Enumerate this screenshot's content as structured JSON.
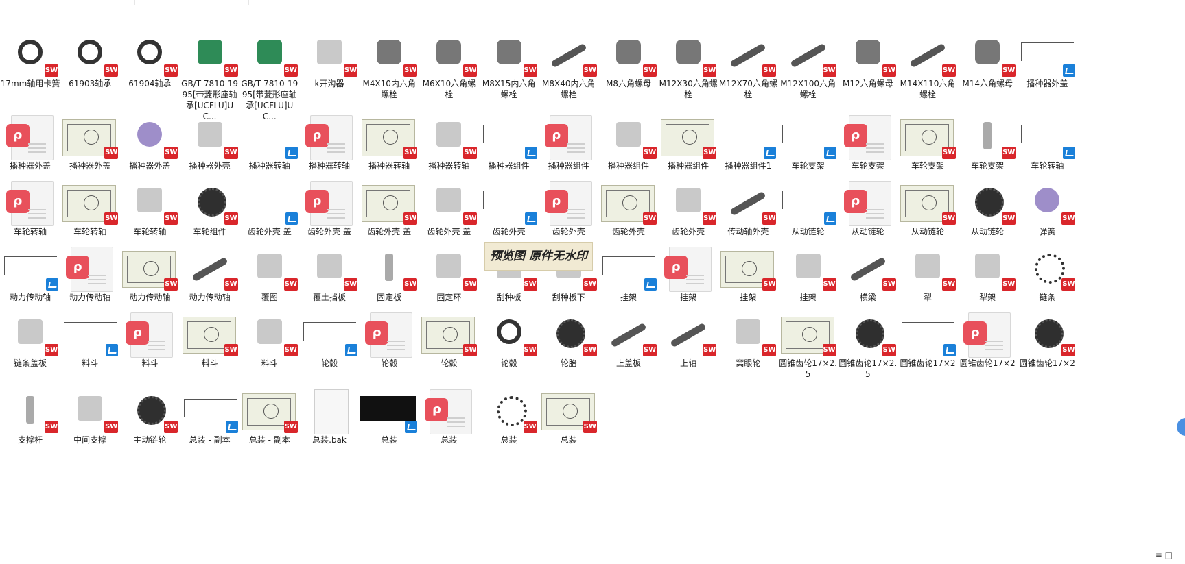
{
  "rows": [
    [
      {
        "label": "17mm轴用卡簧",
        "kind": "part-ring",
        "badge": "sw"
      },
      {
        "label": "61903轴承",
        "kind": "part-ring",
        "badge": "sw"
      },
      {
        "label": "61904轴承",
        "kind": "part-ring",
        "badge": "sw"
      },
      {
        "label": "GB/T 7810-1995[带菱形座轴承[UCFLU]UC...",
        "kind": "part-green",
        "badge": "sw"
      },
      {
        "label": "GB/T 7810-1995[带菱形座轴承[UCFLU]UC...",
        "kind": "part-green",
        "badge": "sw"
      },
      {
        "label": "k开沟器",
        "kind": "part-light",
        "badge": "sw"
      },
      {
        "label": "M4X10内六角螺栓",
        "kind": "part-hex",
        "badge": "sw"
      },
      {
        "label": "M6X10六角螺栓",
        "kind": "part-hex",
        "badge": "sw"
      },
      {
        "label": "M8X15内六角螺栓",
        "kind": "part-hex",
        "badge": "sw"
      },
      {
        "label": "M8X40内六角螺栓",
        "kind": "part-rod",
        "badge": "sw"
      },
      {
        "label": "M8六角螺母",
        "kind": "part-hex",
        "badge": "sw"
      },
      {
        "label": "M12X30六角螺栓",
        "kind": "part-hex",
        "badge": "sw"
      },
      {
        "label": "M12X70六角螺栓",
        "kind": "part-rod",
        "badge": "sw"
      },
      {
        "label": "M12X100六角螺栓",
        "kind": "part-rod",
        "badge": "sw"
      },
      {
        "label": "M12六角螺母",
        "kind": "part-hex",
        "badge": "sw"
      },
      {
        "label": "M14X110六角螺栓",
        "kind": "part-rod",
        "badge": "sw"
      },
      {
        "label": "M14六角螺母",
        "kind": "part-hex",
        "badge": "sw"
      },
      {
        "label": "播种器外盖",
        "kind": "frame",
        "badge": "blue"
      }
    ],
    [
      {
        "label": "播种器外盖",
        "kind": "pdf",
        "badge": ""
      },
      {
        "label": "播种器外盖",
        "kind": "drawing",
        "badge": "sw"
      },
      {
        "label": "播种器外盖",
        "kind": "part-purple",
        "badge": "sw"
      },
      {
        "label": "播种器外壳",
        "kind": "part-light",
        "badge": "sw"
      },
      {
        "label": "播种器转轴",
        "kind": "frame",
        "badge": "blue"
      },
      {
        "label": "播种器转轴",
        "kind": "pdf",
        "badge": ""
      },
      {
        "label": "播种器转轴",
        "kind": "drawing",
        "badge": "sw"
      },
      {
        "label": "播种器转轴",
        "kind": "part-light",
        "badge": "sw"
      },
      {
        "label": "播种器组件",
        "kind": "frame",
        "badge": "blue"
      },
      {
        "label": "播种器组件",
        "kind": "pdf",
        "badge": ""
      },
      {
        "label": "播种器组件",
        "kind": "part-light",
        "badge": "sw"
      },
      {
        "label": "播种器组件",
        "kind": "drawing",
        "badge": "sw"
      },
      {
        "label": "播种器组件1",
        "kind": "blank-none",
        "badge": "blue"
      },
      {
        "label": "车轮支架",
        "kind": "frame",
        "badge": "blue"
      },
      {
        "label": "车轮支架",
        "kind": "pdf",
        "badge": ""
      },
      {
        "label": "车轮支架",
        "kind": "drawing",
        "badge": "sw"
      },
      {
        "label": "车轮支架",
        "kind": "part-thin",
        "badge": "sw"
      },
      {
        "label": "车轮转轴",
        "kind": "frame",
        "badge": "blue"
      }
    ],
    [
      {
        "label": "车轮转轴",
        "kind": "pdf",
        "badge": ""
      },
      {
        "label": "车轮转轴",
        "kind": "drawing",
        "badge": "sw"
      },
      {
        "label": "车轮转轴",
        "kind": "part-light",
        "badge": "sw"
      },
      {
        "label": "车轮组件",
        "kind": "part-gear",
        "badge": "sw"
      },
      {
        "label": "齿轮外壳 盖",
        "kind": "frame",
        "badge": "blue"
      },
      {
        "label": "齿轮外壳 盖",
        "kind": "pdf",
        "badge": ""
      },
      {
        "label": "齿轮外壳 盖",
        "kind": "drawing",
        "badge": "sw"
      },
      {
        "label": "齿轮外壳 盖",
        "kind": "part-light",
        "badge": "sw"
      },
      {
        "label": "齿轮外壳",
        "kind": "frame",
        "badge": "blue"
      },
      {
        "label": "齿轮外壳",
        "kind": "pdf",
        "badge": ""
      },
      {
        "label": "齿轮外壳",
        "kind": "drawing",
        "badge": "sw"
      },
      {
        "label": "齿轮外壳",
        "kind": "part-light",
        "badge": "sw"
      },
      {
        "label": "传动轴外壳",
        "kind": "part-rod",
        "badge": "sw"
      },
      {
        "label": "从动链轮",
        "kind": "frame",
        "badge": "blue"
      },
      {
        "label": "从动链轮",
        "kind": "pdf",
        "badge": ""
      },
      {
        "label": "从动链轮",
        "kind": "drawing",
        "badge": "sw"
      },
      {
        "label": "从动链轮",
        "kind": "part-gear",
        "badge": "sw"
      },
      {
        "label": "弹簧",
        "kind": "part-purple",
        "badge": "sw"
      }
    ],
    [
      {
        "label": "动力传动轴",
        "kind": "frame",
        "badge": "blue"
      },
      {
        "label": "动力传动轴",
        "kind": "pdf",
        "badge": ""
      },
      {
        "label": "动力传动轴",
        "kind": "drawing",
        "badge": "sw"
      },
      {
        "label": "动力传动轴",
        "kind": "part-rod",
        "badge": "sw"
      },
      {
        "label": "覆图",
        "kind": "part-light",
        "badge": "sw"
      },
      {
        "label": "覆土挡板",
        "kind": "part-light",
        "badge": "sw"
      },
      {
        "label": "固定板",
        "kind": "part-thin",
        "badge": "sw"
      },
      {
        "label": "固定环",
        "kind": "part-light",
        "badge": "sw"
      },
      {
        "label": "刮种板",
        "kind": "part-light",
        "badge": "sw"
      },
      {
        "label": "刮种板下",
        "kind": "part-light",
        "badge": "sw"
      },
      {
        "label": "挂架",
        "kind": "frame",
        "badge": "blue"
      },
      {
        "label": "挂架",
        "kind": "pdf",
        "badge": ""
      },
      {
        "label": "挂架",
        "kind": "drawing",
        "badge": "sw"
      },
      {
        "label": "挂架",
        "kind": "part-light",
        "badge": "sw"
      },
      {
        "label": "横梁",
        "kind": "part-rod",
        "badge": "sw"
      },
      {
        "label": "犁",
        "kind": "part-light",
        "badge": "sw"
      },
      {
        "label": "犁架",
        "kind": "part-light",
        "badge": "sw"
      },
      {
        "label": "链条",
        "kind": "part-chain",
        "badge": "sw"
      }
    ],
    [
      {
        "label": "链条盖板",
        "kind": "part-light",
        "badge": "sw"
      },
      {
        "label": "料斗",
        "kind": "frame",
        "badge": "blue"
      },
      {
        "label": "料斗",
        "kind": "pdf",
        "badge": ""
      },
      {
        "label": "料斗",
        "kind": "drawing",
        "badge": "sw"
      },
      {
        "label": "料斗",
        "kind": "part-light",
        "badge": "sw"
      },
      {
        "label": "轮毂",
        "kind": "frame",
        "badge": "blue"
      },
      {
        "label": "轮毂",
        "kind": "pdf",
        "badge": ""
      },
      {
        "label": "轮毂",
        "kind": "drawing",
        "badge": "sw"
      },
      {
        "label": "轮毂",
        "kind": "part-ring",
        "badge": "sw"
      },
      {
        "label": "轮胎",
        "kind": "part-gear",
        "badge": "sw"
      },
      {
        "label": "上盖板",
        "kind": "part-rod",
        "badge": "sw"
      },
      {
        "label": "上轴",
        "kind": "part-rod",
        "badge": "sw"
      },
      {
        "label": "窝眼轮",
        "kind": "part-light",
        "badge": "sw"
      },
      {
        "label": "圆锥齿轮17×2.5",
        "kind": "drawing",
        "badge": "sw"
      },
      {
        "label": "圆锥齿轮17×2.5",
        "kind": "part-gear",
        "badge": "sw"
      },
      {
        "label": "圆锥齿轮17×2",
        "kind": "frame",
        "badge": "blue"
      },
      {
        "label": "圆锥齿轮17×2",
        "kind": "pdf",
        "badge": ""
      },
      {
        "label": "圆锥齿轮17×2",
        "kind": "part-gear",
        "badge": "sw"
      }
    ],
    [
      {
        "label": "支撑杆",
        "kind": "part-thin",
        "badge": "sw"
      },
      {
        "label": "中间支撑",
        "kind": "part-light",
        "badge": "sw"
      },
      {
        "label": "主动链轮",
        "kind": "part-gear",
        "badge": "sw"
      },
      {
        "label": "总装 - 副本",
        "kind": "frame",
        "badge": "blue"
      },
      {
        "label": "总装 - 副本",
        "kind": "drawing",
        "badge": "sw"
      },
      {
        "label": "总装.bak",
        "kind": "blank",
        "badge": ""
      },
      {
        "label": "总装",
        "kind": "black",
        "badge": "blue"
      },
      {
        "label": "总装",
        "kind": "pdf",
        "badge": ""
      },
      {
        "label": "总装",
        "kind": "part-chain",
        "badge": "sw"
      },
      {
        "label": "总装",
        "kind": "drawing",
        "badge": "sw"
      }
    ]
  ],
  "watermark": "预览图 原件无水印",
  "badge_text": "SW",
  "pdf_glyph": "ρ",
  "view_glyph": "≡ □"
}
